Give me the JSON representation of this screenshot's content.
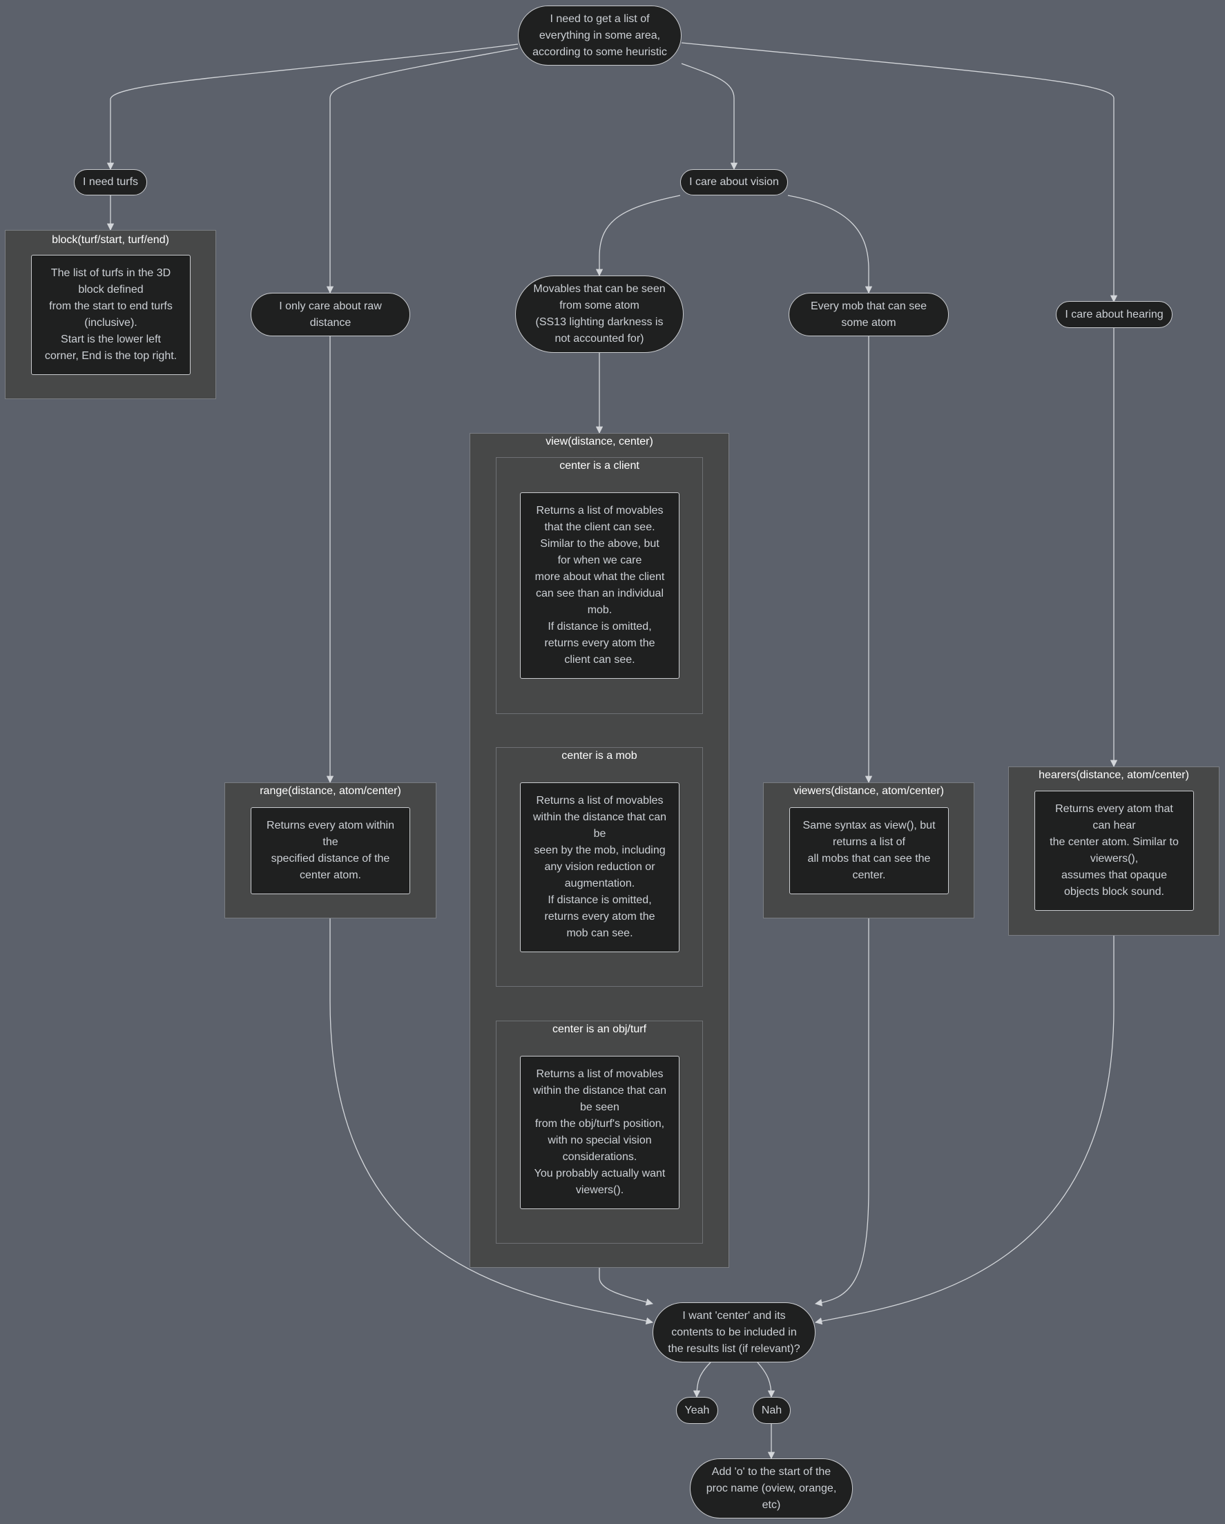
{
  "colors": {
    "background": "#5c616b",
    "node_fill": "#1f2020",
    "cluster_fill": "#474848",
    "edge": "#d3d6da",
    "text": "#ccd0d5"
  },
  "nodes": {
    "start": "I need to get a list of\neverything in some area,\naccording to some heuristic",
    "turfs": "I need turfs",
    "vision": "I care about vision",
    "raw_distance": "I only care about raw\ndistance",
    "movables": "Movables that can be seen\nfrom some atom\n(SS13 lighting darkness is\nnot accounted for)",
    "every_mob": "Every mob that can see\nsome atom",
    "hearing": "I care about hearing",
    "want_center": "I want 'center' and its\ncontents to be included in\nthe results list (if relevant)?",
    "yeah": "Yeah",
    "nah": "Nah",
    "add_o": "Add 'o' to the start of the\nproc name (oview, orange,\netc)"
  },
  "clusters": {
    "block": {
      "title": "block(turf/start, turf/end)",
      "body": "The list of turfs in the 3D\nblock defined\nfrom the start to end turfs\n(inclusive).\nStart is the lower left\ncorner, End is the top right."
    },
    "range": {
      "title": "range(distance,\natom/center)",
      "body": "Returns every atom within\nthe\nspecified distance of the\ncenter atom."
    },
    "view": {
      "title": "view(distance, center)"
    },
    "view_client": {
      "title": "center is a client",
      "body": "Returns a list of movables\nthat the client can see.\nSimilar to the above, but\nfor when we care\nmore about what the client\ncan see than an individual\nmob.\nIf distance is omitted,\nreturns every atom the\nclient can see."
    },
    "view_mob": {
      "title": "center is a mob",
      "body": "Returns a list of movables\nwithin the distance that can\nbe\nseen by the mob, including\nany vision reduction or\naugmentation.\nIf distance is omitted,\nreturns every atom the\nmob can see."
    },
    "view_obj": {
      "title": "center is an obj/turf",
      "body": "Returns a list of movables\nwithin the distance that can\nbe seen\nfrom the obj/turf's position,\nwith no special vision\nconsiderations.\nYou probably actually want\nviewers()."
    },
    "viewers": {
      "title": "viewers(distance,\natom/center)",
      "body": "Same syntax as view(), but\nreturns a list of\nall mobs that can see the\ncenter."
    },
    "hearers": {
      "title": "hearers(distance,\natom/center)",
      "body": "Returns every atom that\ncan hear\nthe center atom. Similar to\nviewers(),\nassumes that opaque\nobjects block sound."
    }
  }
}
